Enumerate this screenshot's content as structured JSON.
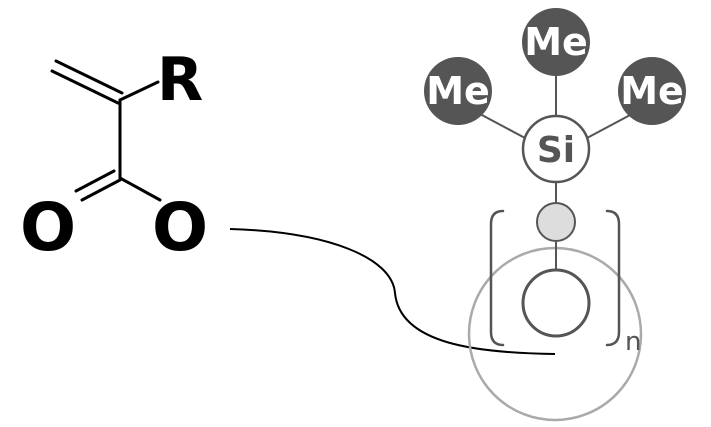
{
  "structure": {
    "substituent_label": "R",
    "carbonyl_oxygen_label": "O",
    "ester_oxygen_label": "O",
    "methyl_labels": [
      "Me",
      "Me",
      "Me"
    ],
    "silicon_label": "Si",
    "repeat_subscript": "n"
  },
  "colors": {
    "bond_black": "#000000",
    "node_gray": "#555555",
    "methyl_fill": "#555555",
    "bead_fill": "#dddddd",
    "outer_circle": "#aaaaaa"
  }
}
